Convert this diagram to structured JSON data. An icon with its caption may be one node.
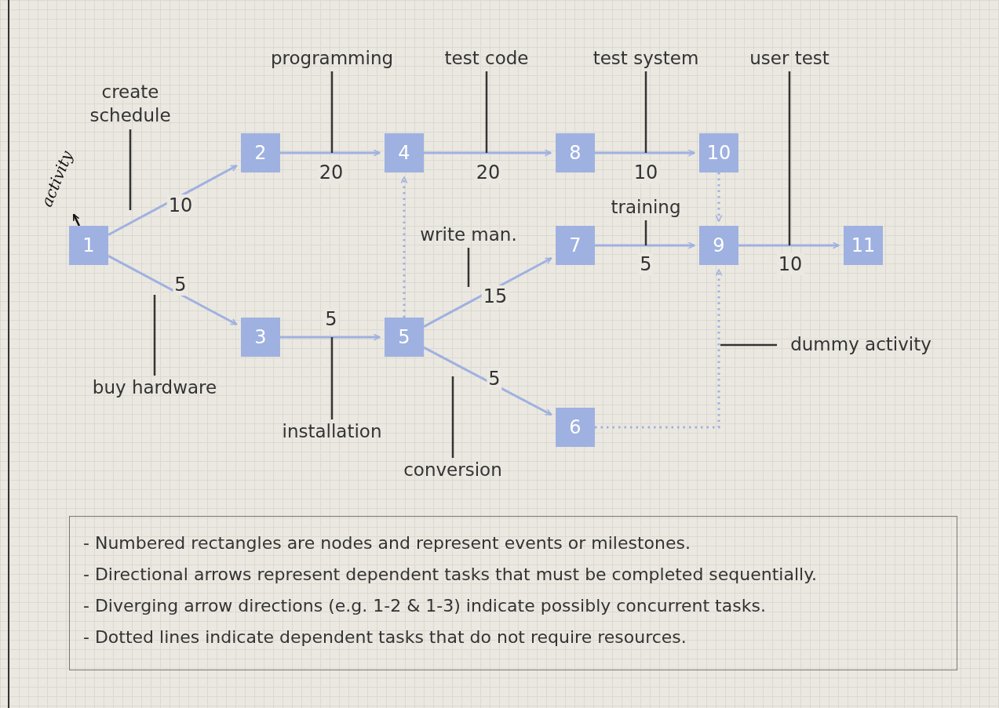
{
  "diagram": {
    "nodes": [
      {
        "text": [
          "1"
        ]
      },
      {
        "text": [
          "2"
        ]
      },
      {
        "text": [
          "3"
        ]
      },
      {
        "text": [
          "4"
        ]
      },
      {
        "text": [
          "5"
        ]
      },
      {
        "text": [
          "6"
        ]
      },
      {
        "text": [
          "7"
        ]
      },
      {
        "text": [
          "8"
        ]
      },
      {
        "text": [
          "9"
        ]
      },
      {
        "text": [
          "10"
        ]
      },
      {
        "text": [
          "11"
        ]
      },
      {
        "text": [
          "create schedule"
        ]
      },
      {
        "text": [
          "programming"
        ]
      },
      {
        "text": [
          "test code"
        ]
      },
      {
        "text": [
          "test system"
        ]
      },
      {
        "text": [
          "user test"
        ]
      },
      {
        "text": [
          "buy hardware"
        ]
      },
      {
        "text": [
          "installation"
        ]
      },
      {
        "text": [
          "write man."
        ]
      },
      {
        "text": [
          "conversion"
        ]
      },
      {
        "text": [
          "training"
        ]
      },
      {
        "text": [
          "dummy activity"
        ]
      },
      {
        "text": [
          "activity"
        ]
      }
    ],
    "edges": [
      {
        "from": 0,
        "to": 1,
        "arrow": "to",
        "label": "10"
      },
      {
        "from": 0,
        "to": 2,
        "arrow": "to",
        "label": "5"
      },
      {
        "from": 1,
        "to": 3,
        "arrow": "to",
        "label": "20"
      },
      {
        "from": 2,
        "to": 4,
        "arrow": "to",
        "label": "5"
      },
      {
        "from": 4,
        "to": 3,
        "arrow": "to",
        "style": "dashed"
      },
      {
        "from": 3,
        "to": 7,
        "arrow": "to",
        "label": "20"
      },
      {
        "from": 4,
        "to": 6,
        "arrow": "to",
        "label": "15"
      },
      {
        "from": 4,
        "to": 5,
        "arrow": "to",
        "label": "5"
      },
      {
        "from": 7,
        "to": 9,
        "arrow": "to",
        "label": "10"
      },
      {
        "from": 9,
        "to": 8,
        "arrow": "to",
        "style": "dashed"
      },
      {
        "from": 6,
        "to": 8,
        "arrow": "to",
        "label": "5"
      },
      {
        "from": 5,
        "to": 8,
        "arrow": "to",
        "style": "dashed"
      },
      {
        "from": 8,
        "to": 10,
        "arrow": "to",
        "label": "10"
      },
      {
        "from": 11,
        "to": null,
        "arrow": "none",
        "color": "#333333"
      },
      {
        "from": 12,
        "to": null,
        "arrow": "none",
        "color": "#333333"
      },
      {
        "from": 13,
        "to": null,
        "arrow": "none",
        "color": "#333333"
      },
      {
        "from": 14,
        "to": null,
        "arrow": "none",
        "color": "#333333"
      },
      {
        "from": 15,
        "to": null,
        "arrow": "none",
        "color": "#333333"
      },
      {
        "from": 16,
        "to": null,
        "arrow": "none",
        "color": "#333333"
      },
      {
        "from": 17,
        "to": null,
        "arrow": "none",
        "color": "#333333"
      },
      {
        "from": 18,
        "to": null,
        "arrow": "none",
        "color": "#333333"
      },
      {
        "from": 19,
        "to": null,
        "arrow": "none",
        "color": "#333333"
      },
      {
        "from": 20,
        "to": null,
        "arrow": "none",
        "color": "#333333"
      },
      {
        "from": 21,
        "to": null,
        "arrow": "none",
        "color": "#333333"
      },
      {
        "from": 0,
        "to": 22,
        "arrow": "to",
        "color": "#111111"
      }
    ],
    "labels": [
      "- Numbered rectangles are nodes and represent events or milestones.",
      "- Directional arrows represent dependent tasks that must be completed sequentially.",
      "- Diverging arrow directions (e.g. 1-2 & 1-3) indicate possibly concurrent tasks.",
      "- Dotted lines indicate dependent tasks that do not require resources."
    ]
  }
}
